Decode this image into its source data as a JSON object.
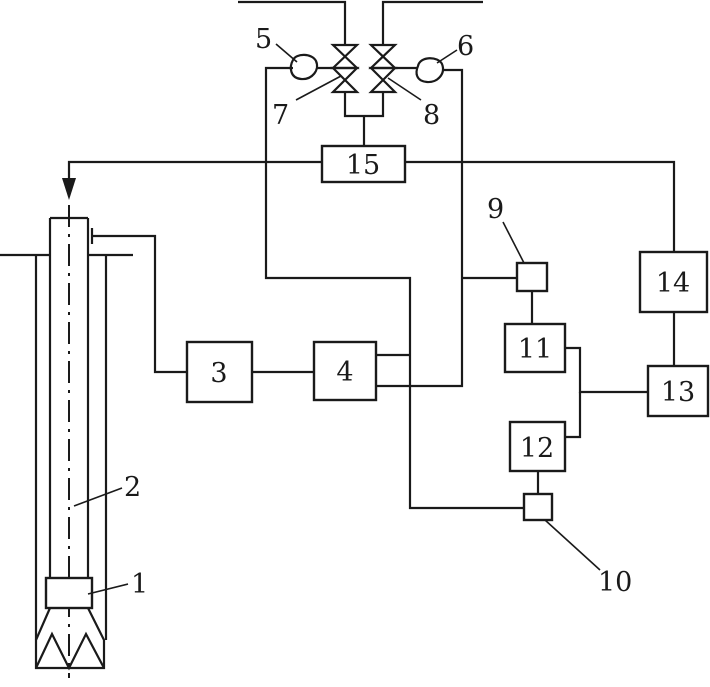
{
  "diagram": {
    "boxes": {
      "b3": "3",
      "b4": "4",
      "b11": "11",
      "b12": "12",
      "b13": "13",
      "b14": "14",
      "b15": "15"
    },
    "callouts": {
      "c1": "1",
      "c2": "2",
      "c5": "5",
      "c6": "6",
      "c7": "7",
      "c8": "8",
      "c9": "9",
      "c10": "10"
    },
    "colors": {
      "line": "#1a1a1a",
      "background": "#ffffff"
    }
  }
}
